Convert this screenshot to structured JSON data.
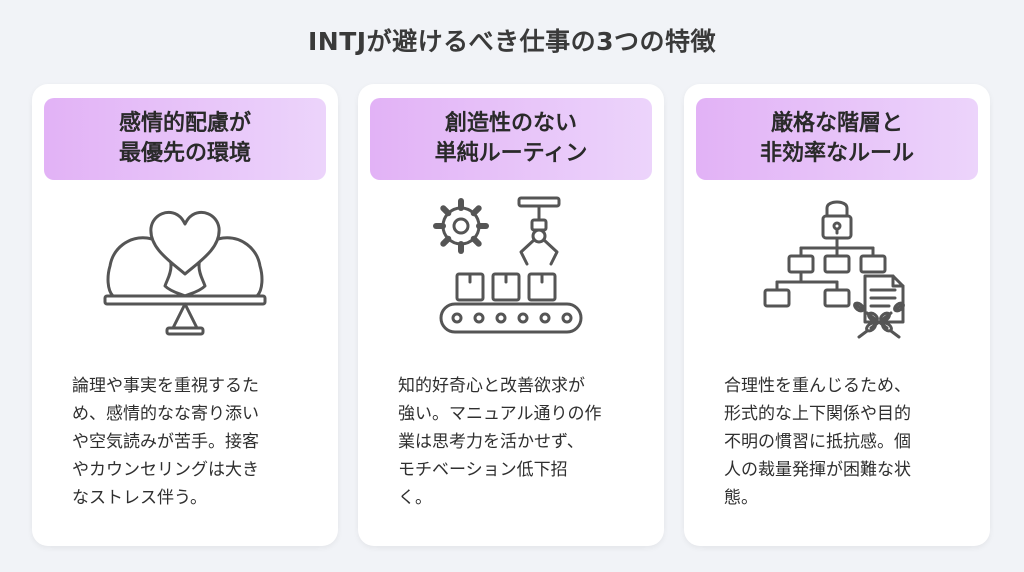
{
  "title": "INTJが避けるべき仕事の3つの特徴",
  "cards": [
    {
      "heading": [
        "感情的配慮が",
        "最優先の環境"
      ],
      "icon": "heart-balance-icon",
      "desc": [
        "論理や事実を重視するた",
        "め、感情的なな寄り添い",
        "や空気読みが苦手。接客",
        "やカウンセリングは大き",
        "なストレス伴う。"
      ]
    },
    {
      "heading": [
        "創造性のない",
        "単純ルーティン"
      ],
      "icon": "conveyor-robot-icon",
      "desc": [
        "知的好奇心と改善欲求が",
        "強い。マニュアル通りの作",
        "業は思考力を活かせず、",
        "モチベーション低下招",
        "く。"
      ]
    },
    {
      "heading": [
        "厳格な階層と",
        "非効率なルール"
      ],
      "icon": "locked-hierarchy-icon",
      "desc": [
        "合理性を重んじるため、",
        "形式的な上下関係や目的",
        "不明の慣習に抵抗感。個",
        "人の裁量発揮が困難な状",
        "態。"
      ]
    }
  ],
  "colors": {
    "background": "#f1f3f7",
    "card": "#ffffff",
    "header_gradient_start": "#e2b2f6",
    "header_gradient_end": "#ecd4fb",
    "icon_stroke": "#555555"
  }
}
